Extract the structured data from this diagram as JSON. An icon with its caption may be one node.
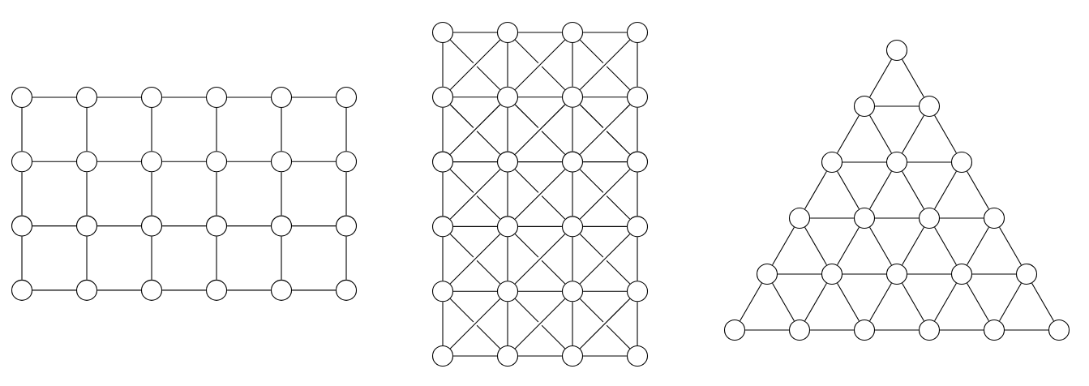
{
  "diagram": {
    "nodes": [
      {
        "text": [],
        "shape": "circle"
      },
      {
        "text": [],
        "shape": "circle"
      },
      {
        "text": [],
        "shape": "circle"
      },
      {
        "text": [],
        "shape": "circle"
      },
      {
        "text": [],
        "shape": "circle"
      },
      {
        "text": [],
        "shape": "circle"
      },
      {
        "text": [],
        "shape": "circle"
      },
      {
        "text": [],
        "shape": "circle"
      },
      {
        "text": [],
        "shape": "circle"
      },
      {
        "text": [],
        "shape": "circle"
      },
      {
        "text": [],
        "shape": "circle"
      },
      {
        "text": [],
        "shape": "circle"
      },
      {
        "text": [],
        "shape": "circle"
      },
      {
        "text": [],
        "shape": "circle"
      },
      {
        "text": [],
        "shape": "circle"
      },
      {
        "text": [],
        "shape": "circle"
      },
      {
        "text": [],
        "shape": "circle"
      },
      {
        "text": [],
        "shape": "circle"
      },
      {
        "text": [],
        "shape": "circle"
      },
      {
        "text": [],
        "shape": "circle"
      },
      {
        "text": [],
        "shape": "circle"
      },
      {
        "text": [],
        "shape": "circle"
      },
      {
        "text": [],
        "shape": "circle"
      },
      {
        "text": [],
        "shape": "circle"
      },
      {
        "text": [],
        "shape": "circle"
      },
      {
        "text": [],
        "shape": "circle"
      },
      {
        "text": [],
        "shape": "circle"
      },
      {
        "text": [],
        "shape": "circle"
      },
      {
        "text": [],
        "shape": "circle"
      },
      {
        "text": [],
        "shape": "circle"
      },
      {
        "text": [],
        "shape": "circle"
      },
      {
        "text": [],
        "shape": "circle"
      },
      {
        "text": [],
        "shape": "circle"
      },
      {
        "text": [],
        "shape": "circle"
      },
      {
        "text": [],
        "shape": "circle"
      },
      {
        "text": [],
        "shape": "circle"
      },
      {
        "text": [],
        "shape": "circle"
      },
      {
        "text": [],
        "shape": "circle"
      },
      {
        "text": [],
        "shape": "circle"
      },
      {
        "text": [],
        "shape": "circle"
      },
      {
        "text": [],
        "shape": "circle"
      },
      {
        "text": [],
        "shape": "circle"
      },
      {
        "text": [],
        "shape": "circle"
      },
      {
        "text": [],
        "shape": "circle"
      },
      {
        "text": [],
        "shape": "circle"
      },
      {
        "text": [],
        "shape": "circle"
      },
      {
        "text": [],
        "shape": "circle"
      },
      {
        "text": [],
        "shape": "circle"
      },
      {
        "text": [],
        "shape": "circle"
      },
      {
        "text": [],
        "shape": "circle"
      },
      {
        "text": [],
        "shape": "circle"
      },
      {
        "text": [],
        "shape": "circle"
      },
      {
        "text": [],
        "shape": "circle"
      },
      {
        "text": [],
        "shape": "circle"
      },
      {
        "text": [],
        "shape": "circle"
      },
      {
        "text": [],
        "shape": "circle"
      },
      {
        "text": [],
        "shape": "circle"
      },
      {
        "text": [],
        "shape": "circle"
      },
      {
        "text": [],
        "shape": "circle"
      },
      {
        "text": [],
        "shape": "circle"
      },
      {
        "text": [],
        "shape": "circle"
      },
      {
        "text": [],
        "shape": "circle"
      },
      {
        "text": [],
        "shape": "circle"
      },
      {
        "text": [],
        "shape": "circle"
      },
      {
        "text": [],
        "shape": "circle"
      },
      {
        "text": [],
        "shape": "circle"
      },
      {
        "text": [],
        "shape": "circle"
      },
      {
        "text": [],
        "shape": "circle"
      },
      {
        "text": [],
        "shape": "circle"
      }
    ],
    "edges": [
      {
        "from": 0,
        "to": 1,
        "arrow": "none"
      },
      {
        "from": 1,
        "to": 2,
        "arrow": "none"
      },
      {
        "from": 2,
        "to": 3,
        "arrow": "none"
      },
      {
        "from": 3,
        "to": 4,
        "arrow": "none"
      },
      {
        "from": 4,
        "to": 5,
        "arrow": "none"
      },
      {
        "from": 6,
        "to": 7,
        "arrow": "none"
      },
      {
        "from": 7,
        "to": 8,
        "arrow": "none"
      },
      {
        "from": 8,
        "to": 9,
        "arrow": "none"
      },
      {
        "from": 9,
        "to": 10,
        "arrow": "none"
      },
      {
        "from": 10,
        "to": 11,
        "arrow": "none"
      },
      {
        "from": 12,
        "to": 13,
        "arrow": "none"
      },
      {
        "from": 13,
        "to": 14,
        "arrow": "none"
      },
      {
        "from": 14,
        "to": 15,
        "arrow": "none"
      },
      {
        "from": 15,
        "to": 16,
        "arrow": "none"
      },
      {
        "from": 16,
        "to": 17,
        "arrow": "none"
      },
      {
        "from": 18,
        "to": 19,
        "arrow": "none"
      },
      {
        "from": 19,
        "to": 20,
        "arrow": "none"
      },
      {
        "from": 20,
        "to": 21,
        "arrow": "none"
      },
      {
        "from": 21,
        "to": 22,
        "arrow": "none"
      },
      {
        "from": 22,
        "to": 23,
        "arrow": "none"
      },
      {
        "from": 0,
        "to": 6,
        "arrow": "none"
      },
      {
        "from": 1,
        "to": 7,
        "arrow": "none"
      },
      {
        "from": 2,
        "to": 8,
        "arrow": "none"
      },
      {
        "from": 3,
        "to": 9,
        "arrow": "none"
      },
      {
        "from": 4,
        "to": 10,
        "arrow": "none"
      },
      {
        "from": 5,
        "to": 11,
        "arrow": "none"
      },
      {
        "from": 6,
        "to": 12,
        "arrow": "none"
      },
      {
        "from": 7,
        "to": 13,
        "arrow": "none"
      },
      {
        "from": 8,
        "to": 14,
        "arrow": "none"
      },
      {
        "from": 9,
        "to": 15,
        "arrow": "none"
      },
      {
        "from": 10,
        "to": 16,
        "arrow": "none"
      },
      {
        "from": 11,
        "to": 17,
        "arrow": "none"
      },
      {
        "from": 12,
        "to": 18,
        "arrow": "none"
      },
      {
        "from": 13,
        "to": 19,
        "arrow": "none"
      },
      {
        "from": 14,
        "to": 20,
        "arrow": "none"
      },
      {
        "from": 15,
        "to": 21,
        "arrow": "none"
      },
      {
        "from": 16,
        "to": 22,
        "arrow": "none"
      },
      {
        "from": 17,
        "to": 23,
        "arrow": "none"
      },
      {
        "from": 24,
        "to": 25,
        "arrow": "none"
      },
      {
        "from": 25,
        "to": 26,
        "arrow": "none"
      },
      {
        "from": 26,
        "to": 27,
        "arrow": "none"
      },
      {
        "from": 28,
        "to": 29,
        "arrow": "none"
      },
      {
        "from": 29,
        "to": 30,
        "arrow": "none"
      },
      {
        "from": 30,
        "to": 31,
        "arrow": "none"
      },
      {
        "from": 32,
        "to": 33,
        "arrow": "none"
      },
      {
        "from": 33,
        "to": 34,
        "arrow": "none"
      },
      {
        "from": 34,
        "to": 35,
        "arrow": "none"
      },
      {
        "from": 36,
        "to": 37,
        "arrow": "none"
      },
      {
        "from": 37,
        "to": 38,
        "arrow": "none"
      },
      {
        "from": 38,
        "to": 39,
        "arrow": "none"
      },
      {
        "from": 40,
        "to": 41,
        "arrow": "none"
      },
      {
        "from": 41,
        "to": 42,
        "arrow": "none"
      },
      {
        "from": 42,
        "to": 43,
        "arrow": "none"
      },
      {
        "from": 44,
        "to": 45,
        "arrow": "none"
      },
      {
        "from": 45,
        "to": 46,
        "arrow": "none"
      },
      {
        "from": 46,
        "to": 47,
        "arrow": "none"
      },
      {
        "from": 24,
        "to": 28,
        "arrow": "none"
      },
      {
        "from": 25,
        "to": 29,
        "arrow": "none"
      },
      {
        "from": 26,
        "to": 30,
        "arrow": "none"
      },
      {
        "from": 27,
        "to": 31,
        "arrow": "none"
      },
      {
        "from": 28,
        "to": 32,
        "arrow": "none"
      },
      {
        "from": 29,
        "to": 33,
        "arrow": "none"
      },
      {
        "from": 30,
        "to": 34,
        "arrow": "none"
      },
      {
        "from": 31,
        "to": 35,
        "arrow": "none"
      },
      {
        "from": 32,
        "to": 36,
        "arrow": "none"
      },
      {
        "from": 33,
        "to": 37,
        "arrow": "none"
      },
      {
        "from": 34,
        "to": 38,
        "arrow": "none"
      },
      {
        "from": 35,
        "to": 39,
        "arrow": "none"
      },
      {
        "from": 36,
        "to": 40,
        "arrow": "none"
      },
      {
        "from": 37,
        "to": 41,
        "arrow": "none"
      },
      {
        "from": 38,
        "to": 42,
        "arrow": "none"
      },
      {
        "from": 39,
        "to": 43,
        "arrow": "none"
      },
      {
        "from": 40,
        "to": 44,
        "arrow": "none"
      },
      {
        "from": 41,
        "to": 45,
        "arrow": "none"
      },
      {
        "from": 42,
        "to": 46,
        "arrow": "none"
      },
      {
        "from": 43,
        "to": 47,
        "arrow": "none"
      },
      {
        "from": 24,
        "to": 29,
        "arrow": "none"
      },
      {
        "from": 25,
        "to": 28,
        "arrow": "none"
      },
      {
        "from": 25,
        "to": 30,
        "arrow": "none"
      },
      {
        "from": 26,
        "to": 29,
        "arrow": "none"
      },
      {
        "from": 26,
        "to": 31,
        "arrow": "none"
      },
      {
        "from": 27,
        "to": 30,
        "arrow": "none"
      },
      {
        "from": 28,
        "to": 33,
        "arrow": "none"
      },
      {
        "from": 29,
        "to": 32,
        "arrow": "none"
      },
      {
        "from": 29,
        "to": 34,
        "arrow": "none"
      },
      {
        "from": 30,
        "to": 33,
        "arrow": "none"
      },
      {
        "from": 30,
        "to": 35,
        "arrow": "none"
      },
      {
        "from": 31,
        "to": 34,
        "arrow": "none"
      },
      {
        "from": 32,
        "to": 37,
        "arrow": "none"
      },
      {
        "from": 33,
        "to": 36,
        "arrow": "none"
      },
      {
        "from": 33,
        "to": 38,
        "arrow": "none"
      },
      {
        "from": 34,
        "to": 37,
        "arrow": "none"
      },
      {
        "from": 34,
        "to": 39,
        "arrow": "none"
      },
      {
        "from": 35,
        "to": 38,
        "arrow": "none"
      },
      {
        "from": 36,
        "to": 41,
        "arrow": "none"
      },
      {
        "from": 37,
        "to": 40,
        "arrow": "none"
      },
      {
        "from": 37,
        "to": 42,
        "arrow": "none"
      },
      {
        "from": 38,
        "to": 41,
        "arrow": "none"
      },
      {
        "from": 38,
        "to": 43,
        "arrow": "none"
      },
      {
        "from": 39,
        "to": 42,
        "arrow": "none"
      },
      {
        "from": 40,
        "to": 45,
        "arrow": "none"
      },
      {
        "from": 41,
        "to": 44,
        "arrow": "none"
      },
      {
        "from": 41,
        "to": 46,
        "arrow": "none"
      },
      {
        "from": 42,
        "to": 45,
        "arrow": "none"
      },
      {
        "from": 42,
        "to": 47,
        "arrow": "none"
      },
      {
        "from": 43,
        "to": 46,
        "arrow": "none"
      },
      {
        "from": 49,
        "to": 50,
        "arrow": "none"
      },
      {
        "from": 51,
        "to": 52,
        "arrow": "none"
      },
      {
        "from": 52,
        "to": 53,
        "arrow": "none"
      },
      {
        "from": 54,
        "to": 55,
        "arrow": "none"
      },
      {
        "from": 55,
        "to": 56,
        "arrow": "none"
      },
      {
        "from": 56,
        "to": 57,
        "arrow": "none"
      },
      {
        "from": 58,
        "to": 59,
        "arrow": "none"
      },
      {
        "from": 59,
        "to": 60,
        "arrow": "none"
      },
      {
        "from": 60,
        "to": 61,
        "arrow": "none"
      },
      {
        "from": 61,
        "to": 62,
        "arrow": "none"
      },
      {
        "from": 63,
        "to": 64,
        "arrow": "none"
      },
      {
        "from": 64,
        "to": 65,
        "arrow": "none"
      },
      {
        "from": 65,
        "to": 66,
        "arrow": "none"
      },
      {
        "from": 66,
        "to": 67,
        "arrow": "none"
      },
      {
        "from": 67,
        "to": 68,
        "arrow": "none"
      },
      {
        "from": 48,
        "to": 49,
        "arrow": "none"
      },
      {
        "from": 48,
        "to": 50,
        "arrow": "none"
      },
      {
        "from": 49,
        "to": 51,
        "arrow": "none"
      },
      {
        "from": 49,
        "to": 52,
        "arrow": "none"
      },
      {
        "from": 50,
        "to": 52,
        "arrow": "none"
      },
      {
        "from": 50,
        "to": 53,
        "arrow": "none"
      },
      {
        "from": 51,
        "to": 54,
        "arrow": "none"
      },
      {
        "from": 51,
        "to": 55,
        "arrow": "none"
      },
      {
        "from": 52,
        "to": 55,
        "arrow": "none"
      },
      {
        "from": 52,
        "to": 56,
        "arrow": "none"
      },
      {
        "from": 53,
        "to": 56,
        "arrow": "none"
      },
      {
        "from": 53,
        "to": 57,
        "arrow": "none"
      },
      {
        "from": 54,
        "to": 58,
        "arrow": "none"
      },
      {
        "from": 54,
        "to": 59,
        "arrow": "none"
      },
      {
        "from": 55,
        "to": 59,
        "arrow": "none"
      },
      {
        "from": 55,
        "to": 60,
        "arrow": "none"
      },
      {
        "from": 56,
        "to": 60,
        "arrow": "none"
      },
      {
        "from": 56,
        "to": 61,
        "arrow": "none"
      },
      {
        "from": 57,
        "to": 61,
        "arrow": "none"
      },
      {
        "from": 57,
        "to": 62,
        "arrow": "none"
      },
      {
        "from": 58,
        "to": 63,
        "arrow": "none"
      },
      {
        "from": 58,
        "to": 64,
        "arrow": "none"
      },
      {
        "from": 59,
        "to": 64,
        "arrow": "none"
      },
      {
        "from": 59,
        "to": 65,
        "arrow": "none"
      },
      {
        "from": 60,
        "to": 65,
        "arrow": "none"
      },
      {
        "from": 60,
        "to": 66,
        "arrow": "none"
      },
      {
        "from": 61,
        "to": 66,
        "arrow": "none"
      },
      {
        "from": 61,
        "to": 67,
        "arrow": "none"
      },
      {
        "from": 62,
        "to": 67,
        "arrow": "none"
      },
      {
        "from": 62,
        "to": 68,
        "arrow": "none"
      }
    ]
  }
}
